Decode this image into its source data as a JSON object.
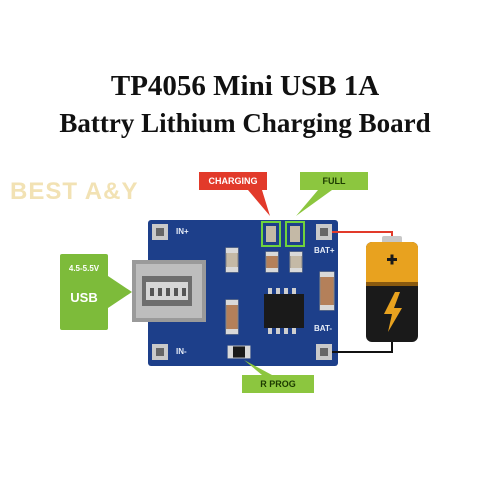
{
  "title": {
    "line1": "TP4056 Mini USB 1A",
    "line2": "Battry Lithium Charging Board"
  },
  "watermark": "BEST A&Y",
  "callouts": {
    "charging": "CHARGING",
    "full": "FULL",
    "r_prog": "R PROG"
  },
  "usb_input": {
    "voltage": "4.5-5.5V",
    "label": "USB"
  },
  "pcb_labels": {
    "in_plus": "IN+",
    "in_minus": "IN-",
    "bat_plus": "BAT+",
    "bat_minus": "BAT-"
  },
  "colors": {
    "pcb": "#1d3f8a",
    "callout_red": "#e23a2a",
    "callout_green": "#8cc63f",
    "battery_gold": "#e8a21f",
    "battery_black": "#1a1a1a"
  },
  "icons": [
    "usb-connector-icon",
    "battery-icon",
    "lightning-bolt-icon",
    "plus-icon"
  ]
}
